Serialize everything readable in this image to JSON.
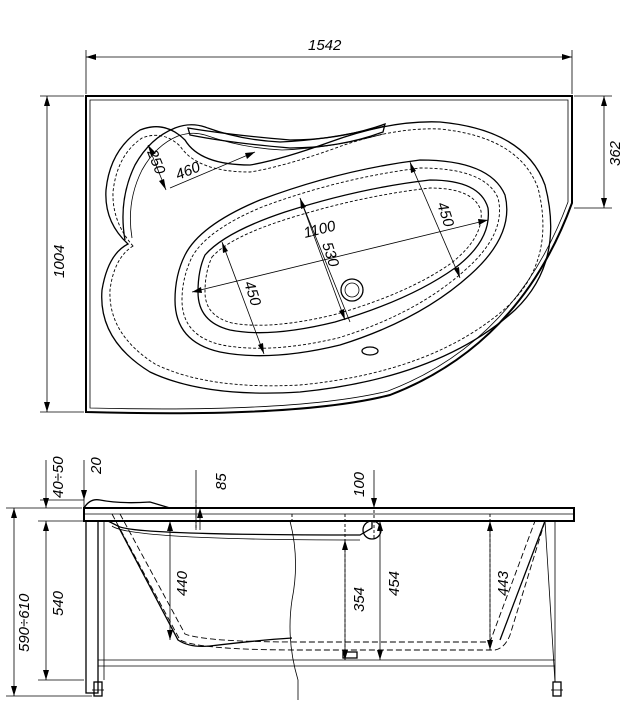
{
  "top_view": {
    "overall_width": "1542",
    "overall_depth": "1004",
    "right_side_depth": "362",
    "seat_depth": "250",
    "seat_length": "460",
    "bowl_length": "1100",
    "bowl_width_center": "530",
    "bowl_width_right": "450",
    "bowl_width_left": "450"
  },
  "side_view": {
    "rim_height_adjust": "40÷50",
    "rim_thickness": "20",
    "seat_offset": "85",
    "overflow_offset": "100",
    "overall_height": "590÷610",
    "body_height": "540",
    "inner_depth_left": "440",
    "inner_depth_center": "354",
    "inner_depth_right": "454",
    "inner_depth_far_right": "443"
  }
}
